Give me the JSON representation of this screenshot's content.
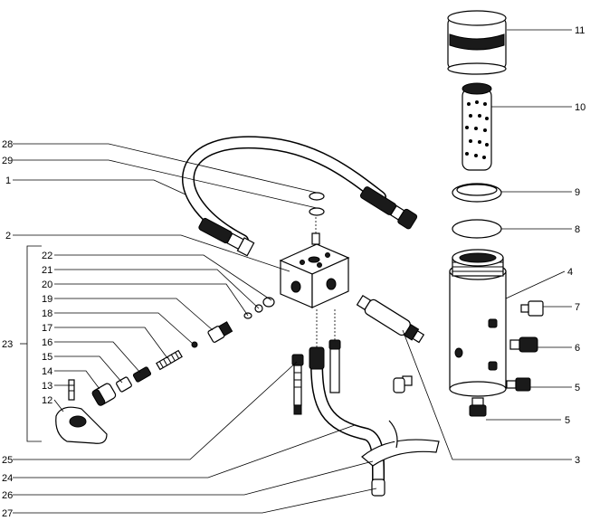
{
  "callouts": {
    "c1": "1",
    "c2": "2",
    "c3": "3",
    "c4": "4",
    "c5a": "5",
    "c5b": "5",
    "c6": "6",
    "c7": "7",
    "c8": "8",
    "c9": "9",
    "c10": "10",
    "c11": "11",
    "c12": "12",
    "c13": "13",
    "c14": "14",
    "c15": "15",
    "c16": "16",
    "c17": "17",
    "c18": "18",
    "c19": "19",
    "c20": "20",
    "c21": "21",
    "c22": "22",
    "c23": "23",
    "c24": "24",
    "c25": "25",
    "c26": "26",
    "c27": "27",
    "c28": "28",
    "c29": "29"
  },
  "colors": {
    "line": "#000000",
    "background": "#ffffff"
  }
}
